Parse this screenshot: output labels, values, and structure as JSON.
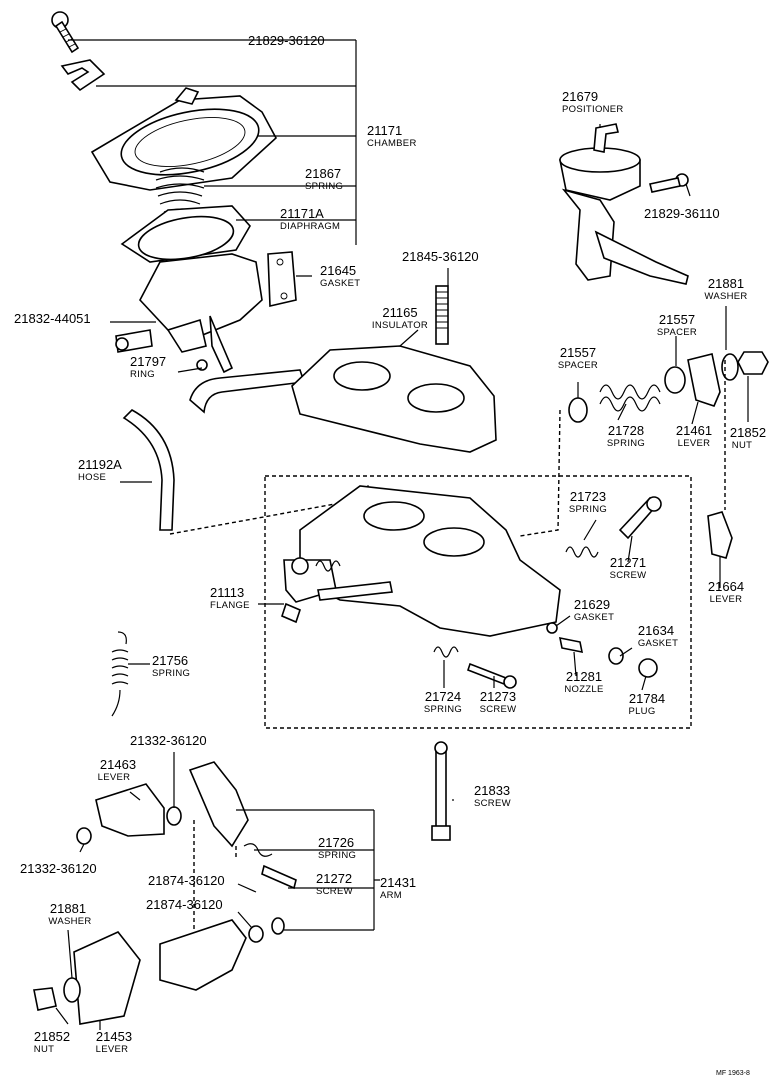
{
  "parts": {
    "p21829a": {
      "number": "21829-36120",
      "name": ""
    },
    "p21171": {
      "number": "21171",
      "name": "CHAMBER"
    },
    "p21867": {
      "number": "21867",
      "name": "SPRING"
    },
    "p21171a": {
      "number": "21171A",
      "name": "DIAPHRAGM"
    },
    "p21645": {
      "number": "21645",
      "name": "GASKET"
    },
    "p21832": {
      "number": "21832-44051",
      "name": ""
    },
    "p21797": {
      "number": "21797",
      "name": "RING"
    },
    "p21845": {
      "number": "21845-36120",
      "name": ""
    },
    "p21165": {
      "number": "21165",
      "name": "INSULATOR"
    },
    "p21679": {
      "number": "21679",
      "name": "POSITIONER"
    },
    "p21829b": {
      "number": "21829-36110",
      "name": ""
    },
    "p21881a": {
      "number": "21881",
      "name": "WASHER"
    },
    "p21557a": {
      "number": "21557",
      "name": "SPACER"
    },
    "p21557b": {
      "number": "21557",
      "name": "SPACER"
    },
    "p21728": {
      "number": "21728",
      "name": "SPRING"
    },
    "p21461": {
      "number": "21461",
      "name": "LEVER"
    },
    "p21852a": {
      "number": "21852",
      "name": "NUT"
    },
    "p21192a": {
      "number": "21192A",
      "name": "HOSE"
    },
    "p21723": {
      "number": "21723",
      "name": "SPRING"
    },
    "p21271": {
      "number": "21271",
      "name": "SCREW"
    },
    "p21664": {
      "number": "21664",
      "name": "LEVER"
    },
    "p21113": {
      "number": "21113",
      "name": "FLANGE"
    },
    "p21629": {
      "number": "21629",
      "name": "GASKET"
    },
    "p21634": {
      "number": "21634",
      "name": "GASKET"
    },
    "p21756": {
      "number": "21756",
      "name": "SPRING"
    },
    "p21724": {
      "number": "21724",
      "name": "SPRING"
    },
    "p21273": {
      "number": "21273",
      "name": "SCREW"
    },
    "p21281": {
      "number": "21281",
      "name": "NOZZLE"
    },
    "p21784": {
      "number": "21784",
      "name": "PLUG"
    },
    "p21332a": {
      "number": "21332-36120",
      "name": ""
    },
    "p21463": {
      "number": "21463",
      "name": "LEVER"
    },
    "p21833": {
      "number": "21833",
      "name": "SCREW"
    },
    "p21332b": {
      "number": "21332-36120",
      "name": ""
    },
    "p21726": {
      "number": "21726",
      "name": "SPRING"
    },
    "p21874a": {
      "number": "21874-36120",
      "name": ""
    },
    "p21272": {
      "number": "21272",
      "name": "SCREW"
    },
    "p21431": {
      "number": "21431",
      "name": "ARM"
    },
    "p21874b": {
      "number": "21874-36120",
      "name": ""
    },
    "p21881b": {
      "number": "21881",
      "name": "WASHER"
    },
    "p21852b": {
      "number": "21852",
      "name": "NUT"
    },
    "p21453": {
      "number": "21453",
      "name": "LEVER"
    }
  },
  "figure_code": "MF 1963-8"
}
